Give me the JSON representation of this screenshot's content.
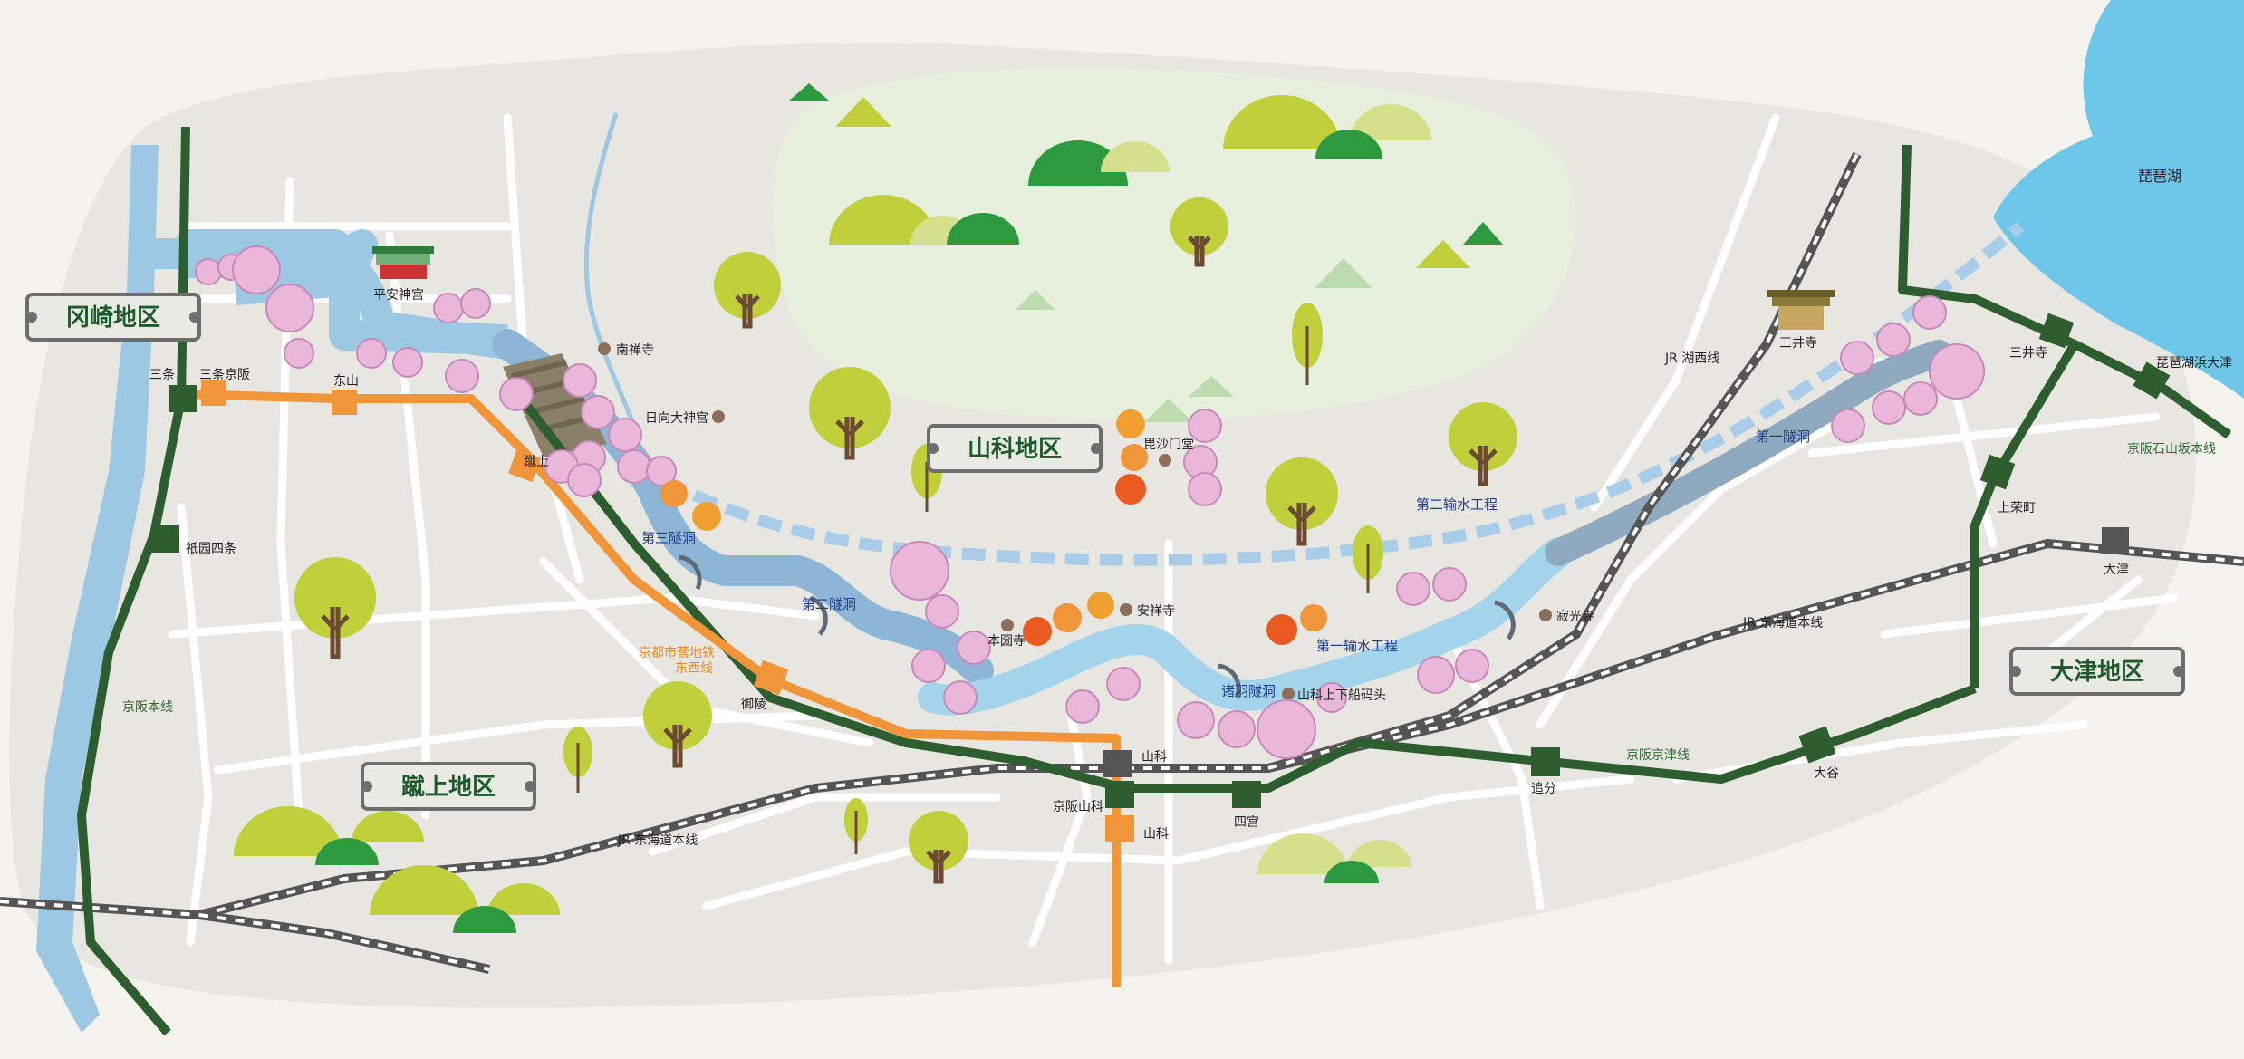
{
  "districts": {
    "okazaki": "冈崎地区",
    "yamashina": "山科地区",
    "keage": "蹴上地区",
    "otsu": "大津地区"
  },
  "landmarks": {
    "heian_shrine": "平安神宫",
    "nanzenji": "南禅寺",
    "himukai": "日向大神宫",
    "bishamondo": "毘沙门堂",
    "anshoji": "安祥寺",
    "honkokuji": "本圀寺",
    "jakkoji": "寂光寺",
    "mitsui": "三井寺",
    "landing": "山科上下船码头",
    "lake": "琵琶湖"
  },
  "stations": {
    "sanjo": "三条",
    "sanjo_keihan": "三条京阪",
    "higashiyama": "东山",
    "keage": "蹴上",
    "gionshijo": "祇园四条",
    "misasagi": "御陵",
    "yamashina_jr": "山科",
    "keihan_yamashina": "京阪山科",
    "yamashina_subway": "山科",
    "shinomiya": "四宫",
    "oiwake": "追分",
    "otani": "大谷",
    "otsu": "大津",
    "kamisakaemachi": "上荣町",
    "miidera": "三井寺",
    "biwako_hamaotsu": "琵琶湖浜大津"
  },
  "lines": {
    "keihan_main": "京阪本线",
    "subway_tozai_1": "京都市营地铁",
    "subway_tozai_2": "东西线",
    "jr_tokaido_left": "JR 东海道本线",
    "jr_tokaido_right": "JR 东海道本线",
    "jr_kosei": "JR 湖西线",
    "keihan_keishin": "京阪京津线",
    "keihan_ishiyama": "京阪石山坂本线"
  },
  "canal": {
    "tunnel1": "第一隧洞",
    "tunnel2": "第二隧洞",
    "tunnel3": "第三隧洞",
    "morobane": "诸羽隧洞",
    "canal1": "第一输水工程",
    "canal2": "第二输水工程"
  },
  "colors": {
    "background": "#f4f3ee",
    "land": "#e8e6e1",
    "water": "#9cc8e4",
    "lake": "#6ec6e8",
    "forest": "#e6f0dc",
    "keihan_green": "#2e5e30",
    "subway_orange": "#f0953a",
    "jr_gray": "#555555",
    "sign_text": "#1e5a2c"
  }
}
